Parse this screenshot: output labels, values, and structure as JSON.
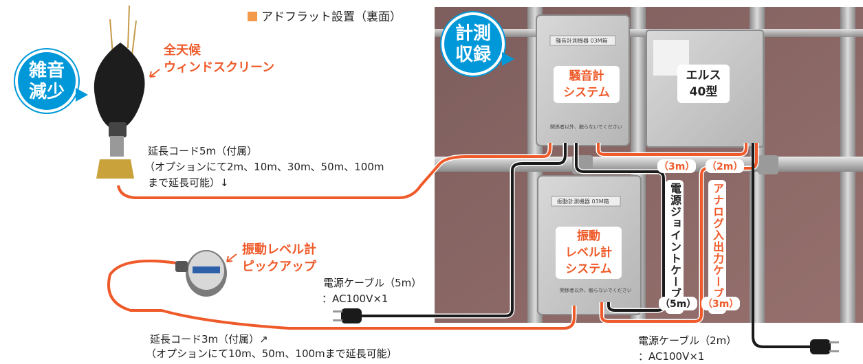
{
  "header": {
    "marker_color": "#f39a4a",
    "title": "アドフラット設置（裏面）"
  },
  "bubbles": {
    "noise_reduction": [
      "雑音",
      "減少"
    ],
    "measure_record": [
      "計測",
      "収録"
    ]
  },
  "windscreen": {
    "label_line1": "全天候",
    "label_line2": "ウィンドスクリーン"
  },
  "extension_cord_5m": {
    "line1": "延長コード5m（付属）",
    "line2": "（オプションにて2m、10m、30m、50m、100m",
    "line3": "まで延長可能）↓"
  },
  "pickup": {
    "label_line1": "振動レベル計",
    "label_line2": "ピックアップ"
  },
  "power_cable_5m": {
    "line1": "電源ケーブル（5m）",
    "line2": "：AC100V×1"
  },
  "extension_cord_3m": {
    "line1": "延長コード3m（付属）↗",
    "line2": "（オプションにて10m、50m、100mまで延長可能）"
  },
  "power_cable_2m": {
    "line1": "電源ケーブル（2m）",
    "line2": "：AC100V×1"
  },
  "systems": {
    "noise": [
      "騒音計",
      "システム"
    ],
    "vibration": [
      "振動",
      "レベル計",
      "システム"
    ],
    "els": [
      "エルス",
      "40型"
    ]
  },
  "cable_labels": {
    "power_joint": "電源ジョイントケーブル",
    "power_joint_len": "（5m）",
    "analog_io": "アナログ入出力ケーブル",
    "analog_io_len": "（3m）",
    "len_3m_top": "（3m）",
    "len_2m_top": "（2m）"
  },
  "device_plates": {
    "noise_box": "騒音計測機器 03M箱",
    "vibration_box": "振動計測機器 03M箱",
    "caution": "関係者以外、触らないでください"
  },
  "colors": {
    "accent_orange": "#ef5a2a",
    "bubble_blue": "#0098d8",
    "cable_black": "#1a1a1a"
  }
}
